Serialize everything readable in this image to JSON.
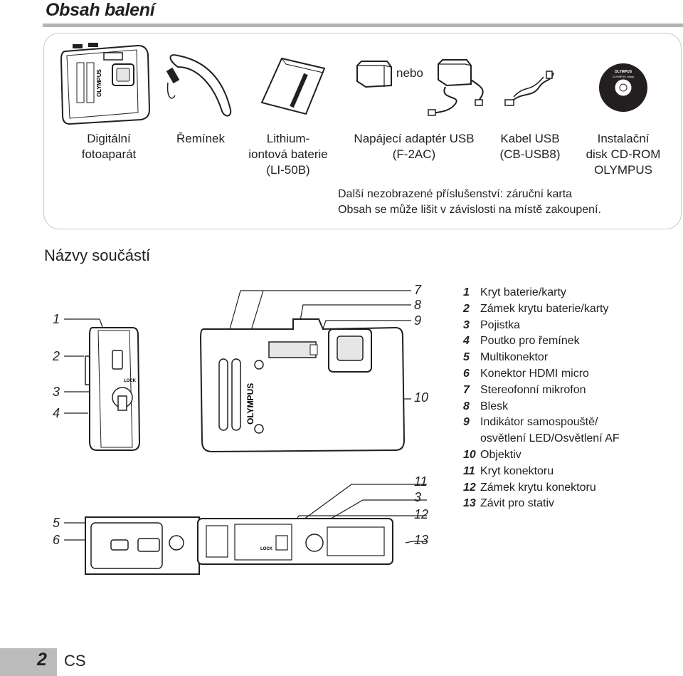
{
  "heading": "Obsah balení",
  "package_items": [
    {
      "lines": [
        "Digitální",
        "fotoaparát"
      ]
    },
    {
      "lines": [
        "Řemínek"
      ]
    },
    {
      "lines": [
        "Lithium-",
        "iontová baterie",
        "(LI-50B)"
      ]
    },
    {
      "lines": [
        "Napájecí adaptér USB",
        "(F-2AC)"
      ]
    },
    {
      "lines": [
        "Kabel USB",
        "(CB-USB8)"
      ]
    },
    {
      "lines": [
        "Instalační",
        "disk CD-ROM",
        "OLYMPUS"
      ]
    }
  ],
  "or_label": "nebo",
  "notes": [
    "Další nezobrazené příslušenství: záruční karta",
    "Obsah se může lišit v závislosti na místě zakoupení."
  ],
  "parts_heading": "Názvy součástí",
  "illustration_text": {
    "brand": "OLYMPUS",
    "lock": "LOCK",
    "cd_brand": "OLYMPUS",
    "cd_sub": "OLYMPUS Setup"
  },
  "callouts": {
    "left": [
      "1",
      "2",
      "3",
      "4"
    ],
    "bottom_left": [
      "5",
      "6"
    ],
    "right_top": [
      "7",
      "8",
      "9",
      "10"
    ],
    "right_bottom": [
      "11",
      "3",
      "12",
      "13"
    ]
  },
  "parts": [
    {
      "num": "1",
      "lines": [
        "Kryt baterie/karty"
      ]
    },
    {
      "num": "2",
      "lines": [
        "Zámek krytu baterie/karty"
      ]
    },
    {
      "num": "3",
      "lines": [
        "Pojistka"
      ]
    },
    {
      "num": "4",
      "lines": [
        "Poutko pro řemínek"
      ]
    },
    {
      "num": "5",
      "lines": [
        "Multikonektor"
      ]
    },
    {
      "num": "6",
      "lines": [
        "Konektor HDMI micro"
      ]
    },
    {
      "num": "7",
      "lines": [
        "Stereofonní mikrofon"
      ]
    },
    {
      "num": "8",
      "lines": [
        "Blesk"
      ]
    },
    {
      "num": "9",
      "lines": [
        "Indikátor samospouště/",
        "osvětlení LED/Osvětlení AF"
      ]
    },
    {
      "num": "10",
      "lines": [
        "Objektiv"
      ]
    },
    {
      "num": "11",
      "lines": [
        "Kryt konektoru"
      ]
    },
    {
      "num": "12",
      "lines": [
        "Zámek krytu konektoru"
      ]
    },
    {
      "num": "13",
      "lines": [
        "Závit pro stativ"
      ]
    }
  ],
  "footer": {
    "page_number": "2",
    "language": "CS"
  }
}
